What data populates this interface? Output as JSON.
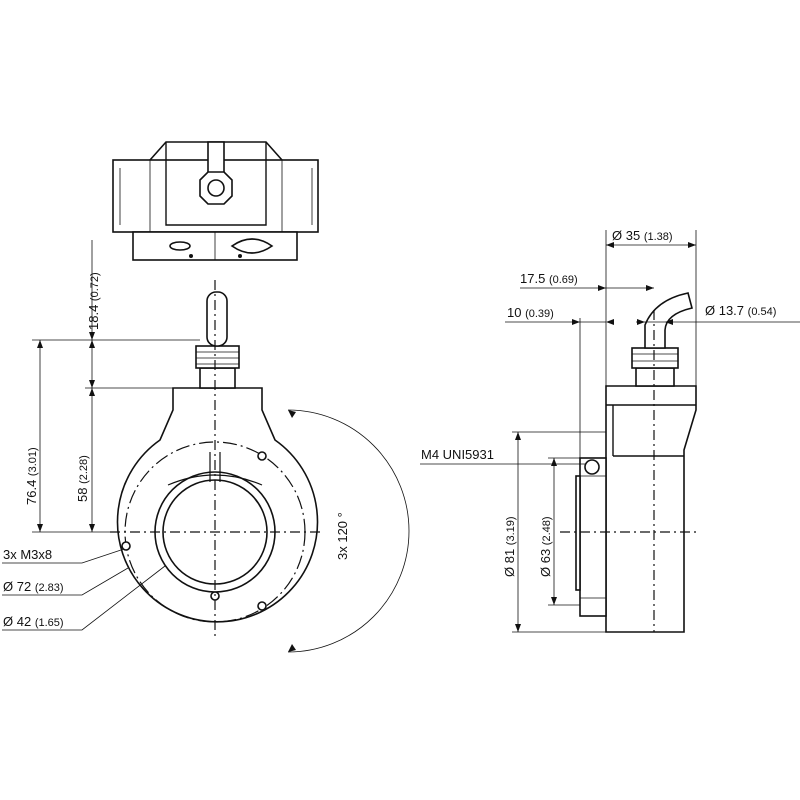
{
  "dimensions": {
    "cable_height": {
      "value": "18.4",
      "inch": "(0.72)"
    },
    "total_height": {
      "value": "76.4",
      "inch": "(3.01)"
    },
    "center_height": {
      "value": "58",
      "inch": "(2.28)"
    },
    "thread_holes": {
      "value": "3x M3x8"
    },
    "bolt_circle": {
      "value": "Ø 72",
      "inch": "(2.83)"
    },
    "bore": {
      "value": "Ø 42",
      "inch": "(1.65)"
    },
    "angle": {
      "value": "3x 120 °"
    },
    "cable_dia": {
      "value": "Ø 13.7",
      "inch": "(0.54)"
    },
    "housing_dia": {
      "value": "Ø 35",
      "inch": "(1.38)"
    },
    "offset_17": {
      "value": "17.5",
      "inch": "(0.69)"
    },
    "offset_10": {
      "value": "10",
      "inch": "(0.39)"
    },
    "screw": {
      "value": "M4 UNI5931"
    },
    "outer_dia": {
      "value": "Ø 81",
      "inch": "(3.19)"
    },
    "flange_dia": {
      "value": "Ø 63",
      "inch": "(2.48)"
    }
  }
}
